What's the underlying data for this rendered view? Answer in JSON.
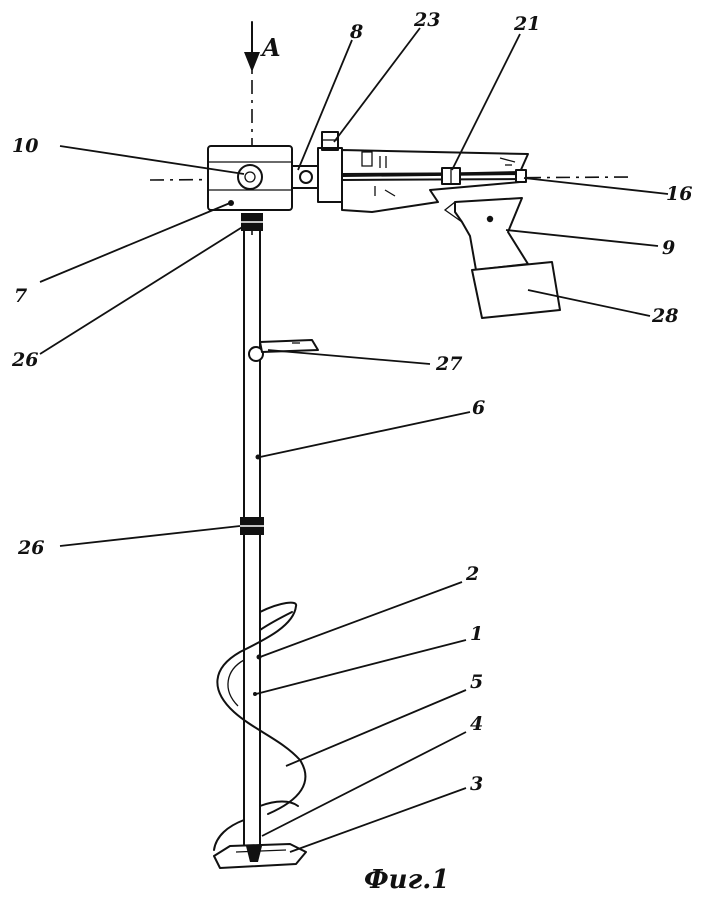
{
  "view_label": "A",
  "caption": "Фиг.1",
  "callouts": [
    "10",
    "8",
    "23",
    "21",
    "16",
    "9",
    "28",
    "7",
    "26",
    "27",
    "6",
    "26",
    "2",
    "1",
    "5",
    "4",
    "3"
  ]
}
